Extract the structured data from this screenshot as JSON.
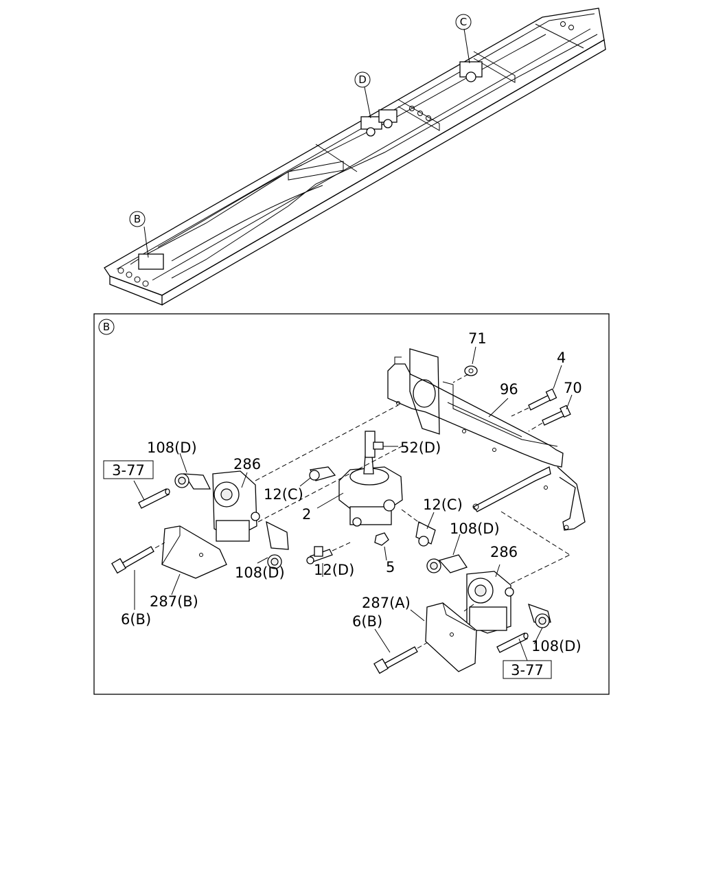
{
  "callouts": {
    "top_B": "B",
    "top_C": "C",
    "top_D": "D",
    "detail_B": "B"
  },
  "labels": {
    "p71": "71",
    "p4": "4",
    "p96": "96",
    "p70": "70",
    "p108d_1": "108(D)",
    "p286_1": "286",
    "p52d": "52(D)",
    "p12c_1": "12(C)",
    "p12c_2": "12(C)",
    "p2": "2",
    "p108d_2": "108(D)",
    "p108d_3": "108(D)",
    "p12d": "12(D)",
    "p5": "5",
    "p286_2": "286",
    "p287b": "287(B)",
    "p6b_1": "6(B)",
    "p287a": "287(A)",
    "p6b_2": "6(B)",
    "p108d_4": "108(D)"
  },
  "refs": {
    "ref_1": "3-77",
    "ref_2": "3-77"
  }
}
